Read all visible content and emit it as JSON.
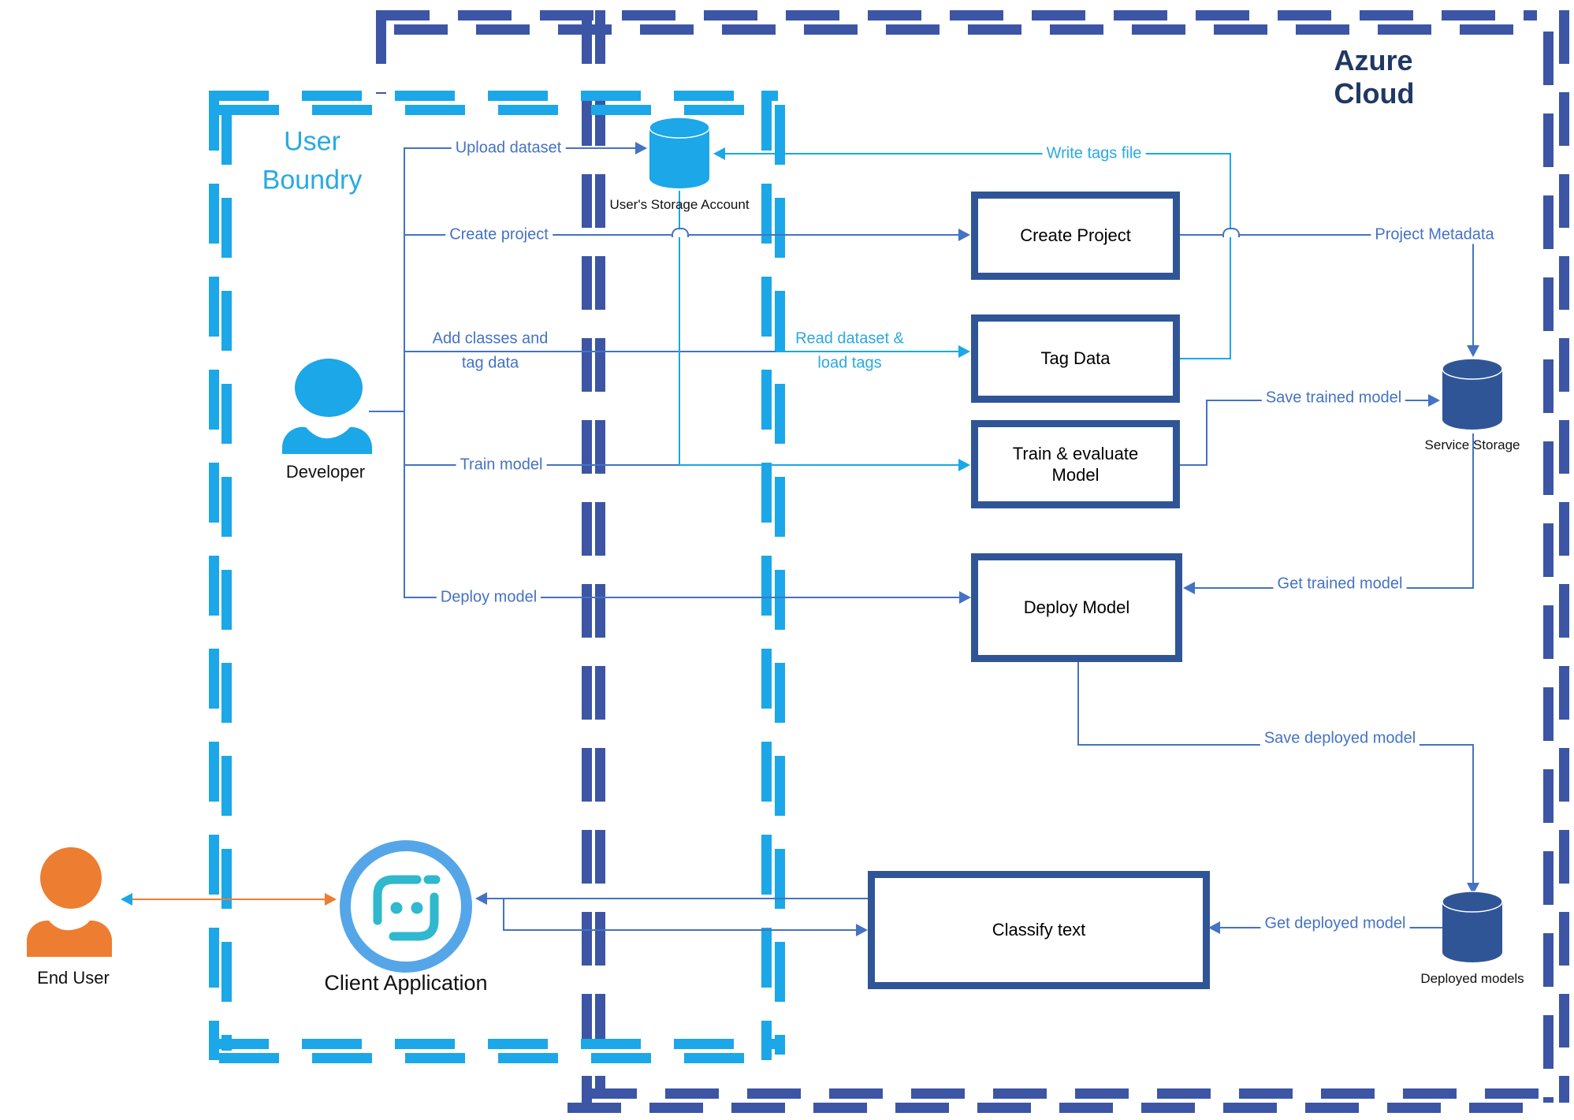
{
  "titles": {
    "azure_cloud": "Azure Cloud",
    "user_boundary_line1": "User",
    "user_boundary_line2": "Boundry"
  },
  "actors": {
    "developer": "Developer",
    "end_user": "End User",
    "client_application": "Client Application"
  },
  "stores": {
    "user_storage_account": "User's Storage Account",
    "service_storage": "Service Storage",
    "deployed_models": "Deployed models"
  },
  "processes": {
    "create_project": "Create Project",
    "tag_data": "Tag Data",
    "train_evaluate_line1": "Train & evaluate",
    "train_evaluate_line2": "Model",
    "deploy_model": "Deploy Model",
    "classify_text": "Classify text"
  },
  "edges": {
    "upload_dataset": "Upload dataset",
    "create_project": "Create project",
    "add_classes_line1": "Add classes and",
    "add_classes_line2": "tag data",
    "train_model": "Train model",
    "deploy_model": "Deploy model",
    "write_tags_file": "Write tags file",
    "read_dataset_line1": "Read dataset &",
    "read_dataset_line2": "load tags",
    "project_metadata": "Project Metadata",
    "save_trained_model": "Save trained model",
    "get_trained_model": "Get trained model",
    "save_deployed_model": "Save deployed model",
    "get_deployed_model": "Get deployed model"
  },
  "colors": {
    "cyan": "#1BA7E8",
    "navy_boundary": "#3C55A5",
    "box_border": "#2F5597",
    "connector_blue": "#4472C4",
    "title_navy": "#203864",
    "orange": "#ED7D31",
    "bot_icon_teal": "#2FB8CE",
    "client_ring_blue": "#55A6E8"
  }
}
